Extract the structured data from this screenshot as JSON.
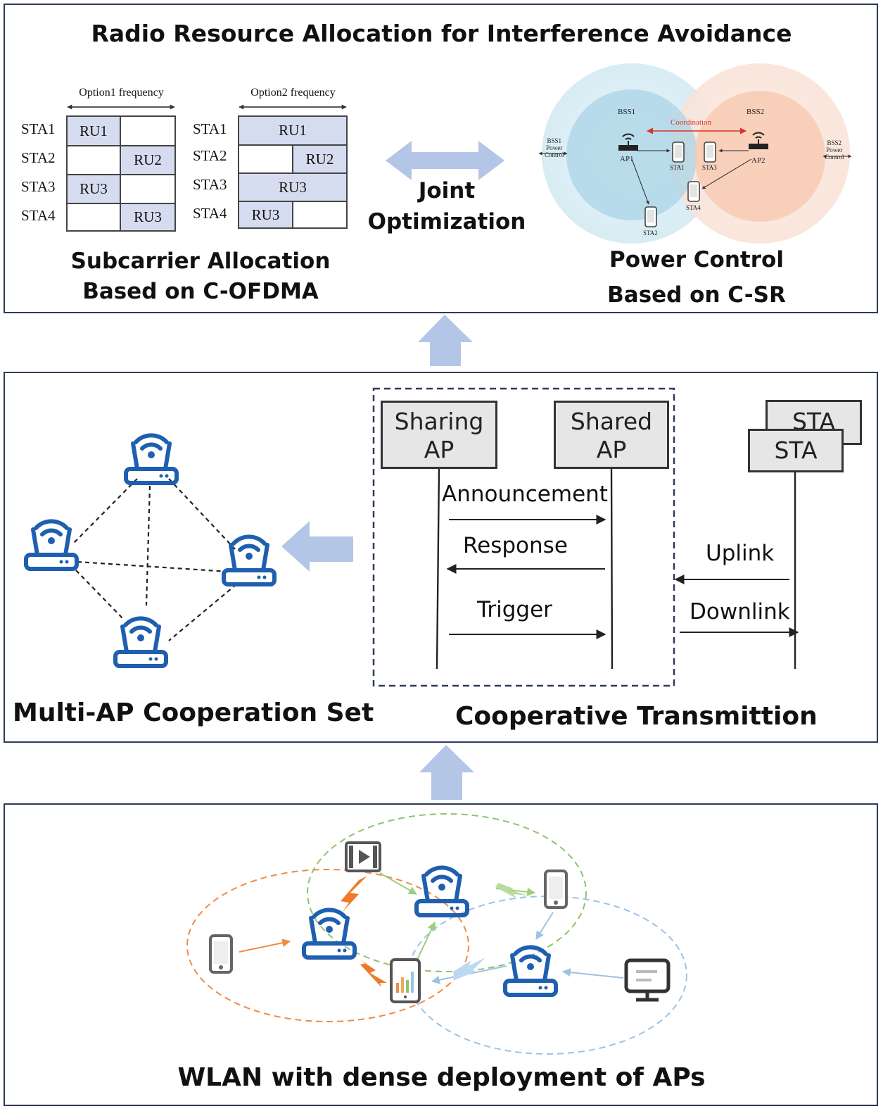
{
  "top": {
    "title": "Radio Resource Allocation for Interference Avoidance",
    "option1_label": "Option1 frequency",
    "option2_label": "Option2 frequency",
    "stations": [
      "STA1",
      "STA2",
      "STA3",
      "STA4"
    ],
    "option1_cells": [
      [
        "RU1",
        ""
      ],
      [
        "",
        "RU2"
      ],
      [
        "RU3",
        ""
      ],
      [
        "",
        "RU3"
      ]
    ],
    "option2_cells": [
      "RU1",
      "RU2",
      "RU3",
      "RU3"
    ],
    "joint_line1": "Joint",
    "joint_line2": "Optimization",
    "subcarrier_line1": "Subcarrier Allocation",
    "subcarrier_line2": "Based on C-OFDMA",
    "power_line1": "Power Control",
    "power_line2": "Based on C-SR",
    "csr": {
      "bss1": "BSS1",
      "bss2": "BSS2",
      "coordination": "Coordination",
      "ap1": "AP1",
      "ap2": "AP2",
      "sta1": "STA1",
      "sta2": "STA2",
      "sta3": "STA3",
      "sta4": "STA4",
      "bss1_pc": [
        "BSS1",
        "Power",
        "Control"
      ],
      "bss2_pc": [
        "BSS2",
        "Power",
        "Control"
      ]
    }
  },
  "middle": {
    "cooperation_set": "Multi-AP Cooperation Set",
    "cooperative_transmission": "Cooperative Transmittion",
    "sharing_ap": [
      "Sharing",
      "AP"
    ],
    "shared_ap": [
      "Shared",
      "AP"
    ],
    "sta_back": "STA",
    "sta_front": "STA",
    "messages": [
      "Announcement",
      "Response",
      "Trigger"
    ],
    "uplink": "Uplink",
    "downlink": "Downlink"
  },
  "bottom": {
    "caption": "WLAN with dense deployment of APs"
  },
  "colors": {
    "panel_border": "#2f3a5c",
    "ru_fill": "#d6dcef",
    "flow_arrow": "#b4c6e7",
    "router_blue": "#1f5fb0",
    "bss1_fill": "#a9d4e6",
    "bss2_fill": "#f7c9b0",
    "coordination_red": "#d9312a",
    "orange": "#ef8b45",
    "green": "#8cc56b",
    "light_blue": "#9cc3e6"
  }
}
